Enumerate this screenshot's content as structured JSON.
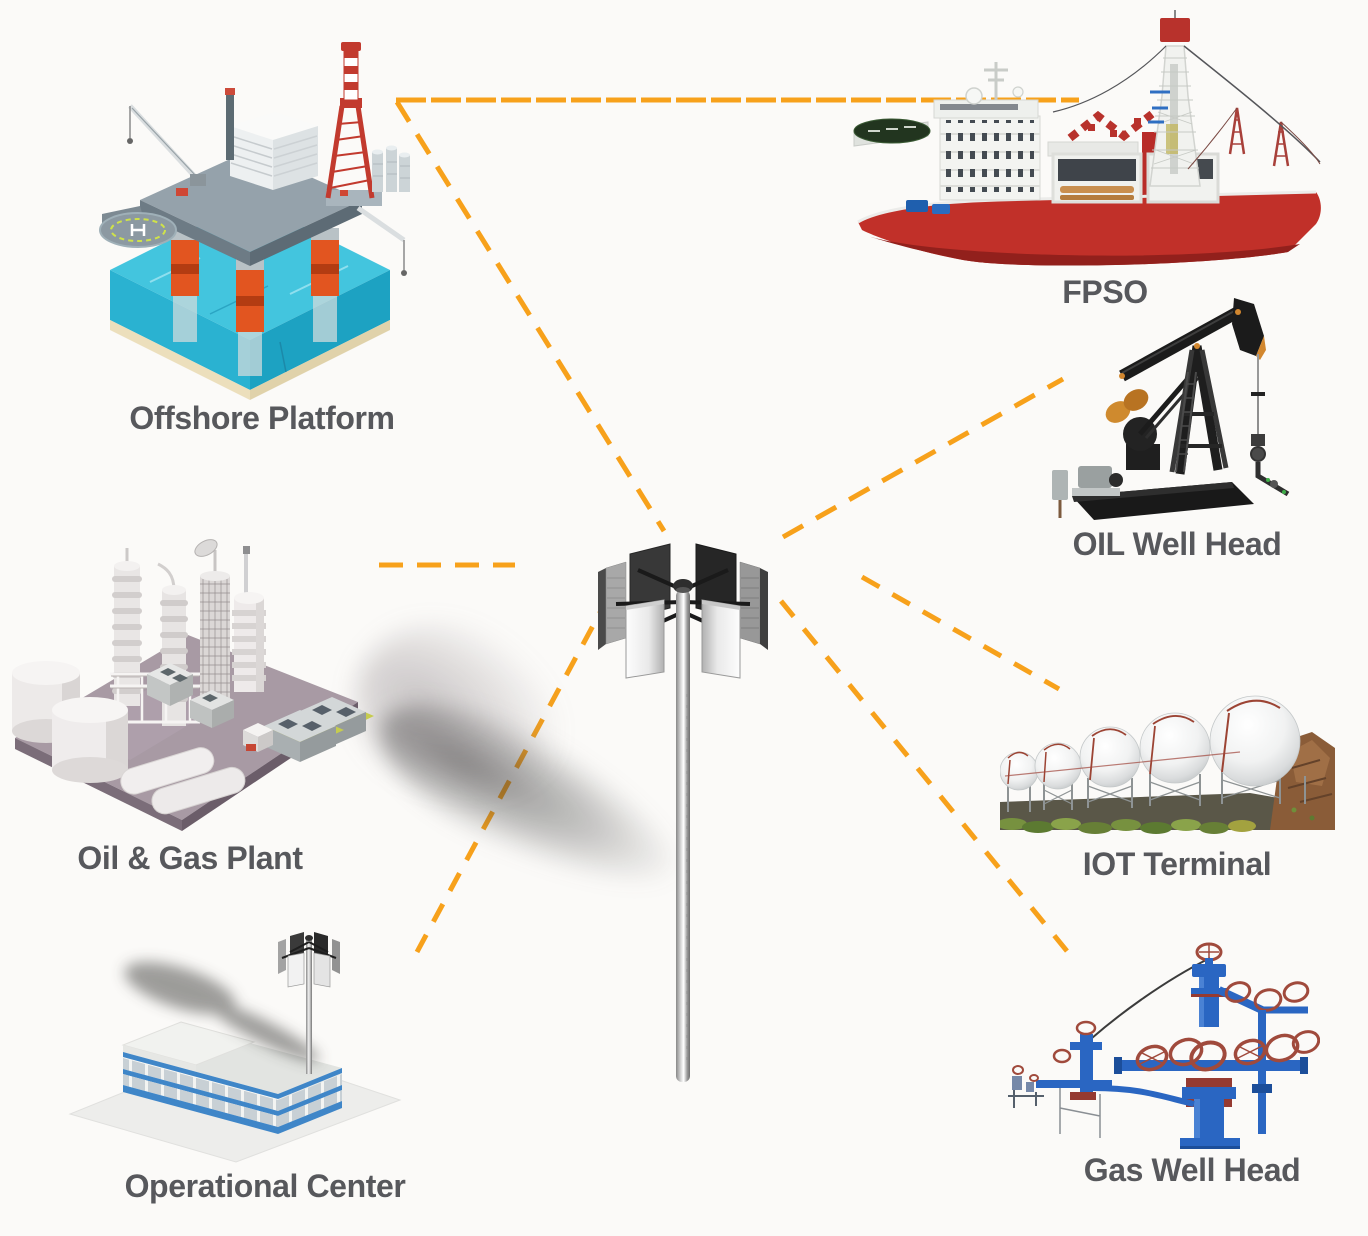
{
  "nodes": [
    {
      "id": "offshore-platform",
      "label": "Offshore Platform"
    },
    {
      "id": "fpso",
      "label": "FPSO"
    },
    {
      "id": "oil-well-head",
      "label": "OIL Well Head"
    },
    {
      "id": "iot-terminal",
      "label": "IOT Terminal"
    },
    {
      "id": "gas-well-head",
      "label": "Gas Well Head"
    },
    {
      "id": "oil-gas-plant",
      "label": "Oil & Gas Plant"
    },
    {
      "id": "operational-center",
      "label": "Operational Center"
    },
    {
      "id": "cell-tower",
      "label": ""
    }
  ],
  "connections": [
    {
      "from": "offshore-platform",
      "to": "fpso"
    },
    {
      "from": "offshore-platform",
      "to": "cell-tower"
    },
    {
      "from": "cell-tower",
      "to": "oil-well-head"
    },
    {
      "from": "cell-tower",
      "to": "iot-terminal"
    },
    {
      "from": "cell-tower",
      "to": "gas-well-head"
    },
    {
      "from": "oil-gas-plant",
      "to": "cell-tower"
    },
    {
      "from": "operational-center",
      "to": "cell-tower"
    }
  ],
  "style": {
    "connection_color": "#f7a11b",
    "label_color": "#57585c",
    "background": "#fbfaf8"
  }
}
